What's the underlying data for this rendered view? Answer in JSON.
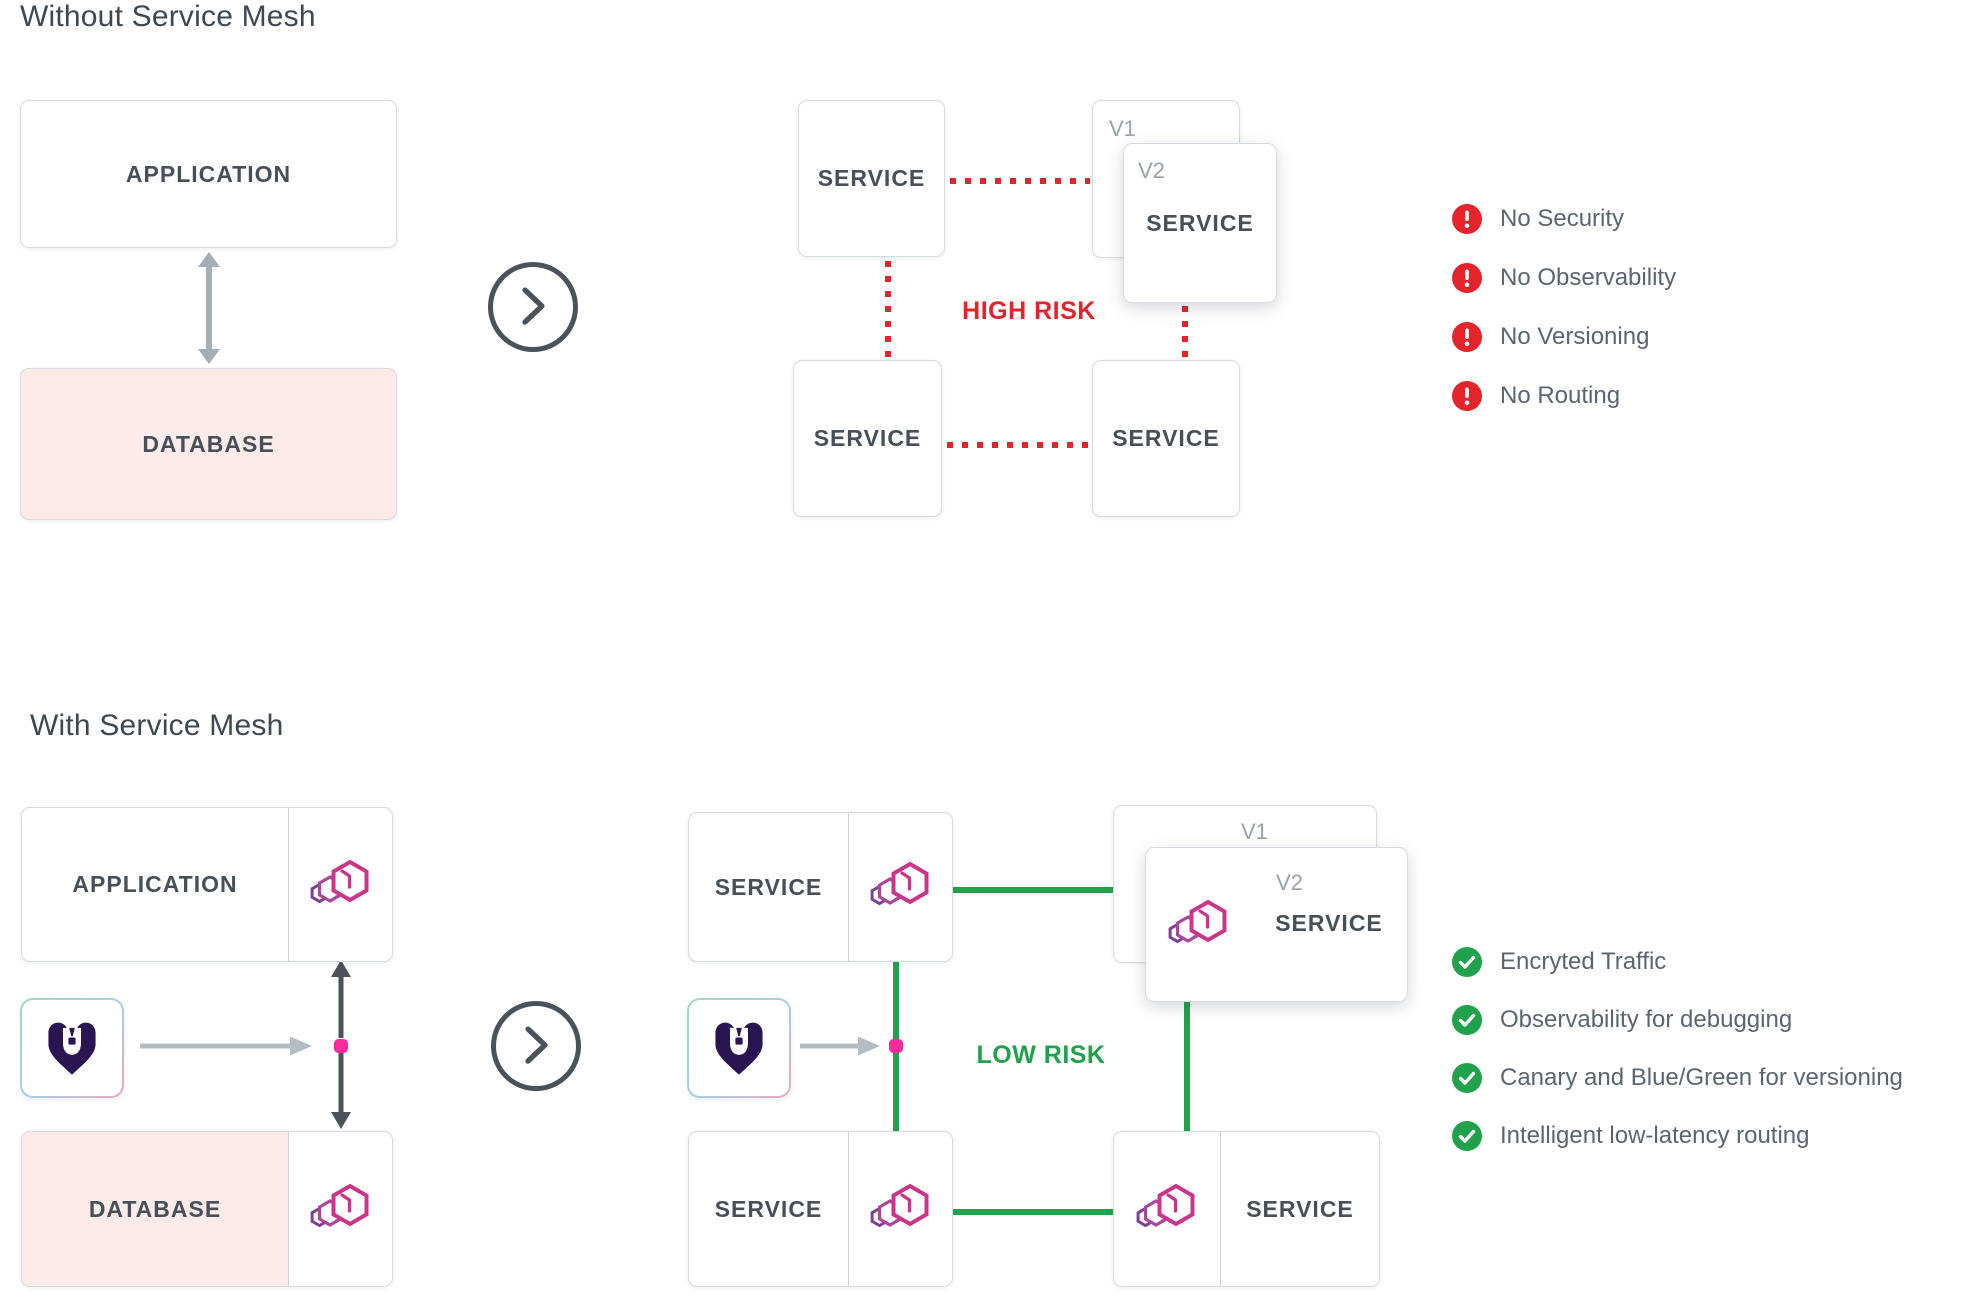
{
  "labels": {
    "application": "APPLICATION",
    "database": "DATABASE",
    "service": "SERVICE",
    "v1": "V1",
    "v2": "V2"
  },
  "without_mesh": {
    "title": "Without Service Mesh",
    "risk": "HIGH RISK",
    "issues": [
      "No Security",
      "No Observability",
      "No Versioning",
      "No Routing"
    ]
  },
  "with_mesh": {
    "title": "With Service Mesh",
    "risk": "LOW RISK",
    "benefits": [
      "Encryted Traffic",
      "Observability for debugging",
      "Canary and Blue/Green for versioning",
      "Intelligent low-latency routing"
    ]
  },
  "colors": {
    "risk_red": "#e5232b",
    "safe_green": "#1fa24b",
    "mesh_pink": "#cb3589",
    "mesh_purple": "#7e3f98",
    "dot_pink": "#fb2b9f",
    "database_fill": "#fcebe9"
  }
}
